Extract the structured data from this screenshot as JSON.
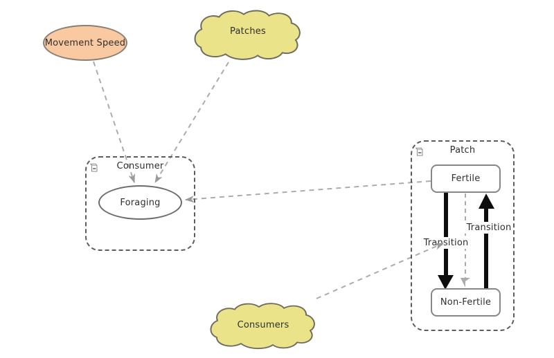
{
  "diagram": {
    "variables": {
      "movement_speed": {
        "label": "Movement Speed"
      }
    },
    "clouds": {
      "patches": {
        "label": "Patches"
      },
      "consumers": {
        "label": "Consumers"
      }
    },
    "submodels": {
      "consumer": {
        "label": "Consumer",
        "icon": "submodel-collapse-icon"
      },
      "patch": {
        "label": "Patch",
        "icon": "submodel-collapse-icon"
      }
    },
    "states": {
      "foraging": {
        "label": "Foraging"
      },
      "fertile": {
        "label": "Fertile"
      },
      "non_fertile": {
        "label": "Non-Fertile"
      }
    },
    "flows": {
      "transition_down": {
        "label": "Transition"
      },
      "transition_up": {
        "label": "Transition"
      }
    },
    "colors": {
      "variable_fill": "#f9c9a2",
      "variable_stroke": "#8a7f73",
      "cloud_fill": "#ebe38a",
      "cloud_stroke": "#6f6b5d",
      "node_stroke": "#6b6b6b",
      "submodel_border": "#5c5c5c",
      "connector": "#ababab",
      "arrowhead": "#9a9a9a",
      "flow_arrow": "#0d0d0d",
      "text": "#2e2e2e",
      "background": "#ffffff"
    }
  }
}
